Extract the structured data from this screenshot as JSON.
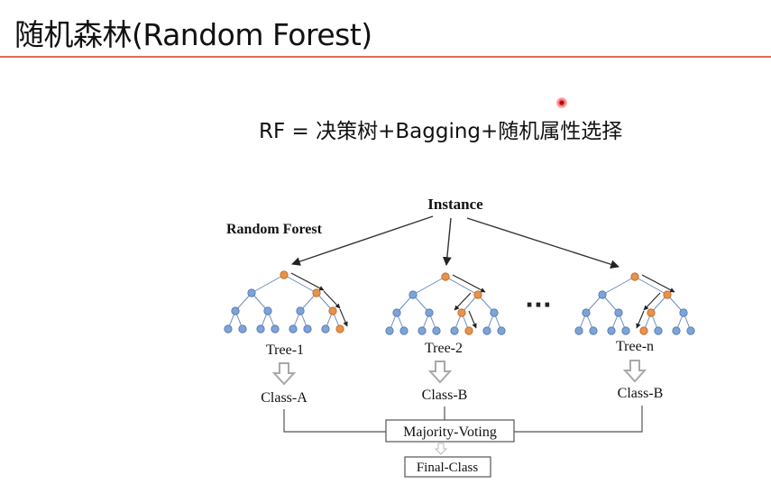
{
  "slide": {
    "title": "随机森林(Random Forest)",
    "formula": "RF = 决策树+Bagging+随机属性选择"
  },
  "diagram": {
    "instance_label": "Instance",
    "forest_label": "Random Forest",
    "ellipsis": "···",
    "trees": [
      {
        "name": "Tree-1",
        "class": "Class-A"
      },
      {
        "name": "Tree-2",
        "class": "Class-B"
      },
      {
        "name": "Tree-n",
        "class": "Class-B"
      }
    ],
    "voting_label": "Majority-Voting",
    "final_label": "Final-Class",
    "colors": {
      "node_blue": "#7da4d8",
      "node_orange": "#e8924a",
      "title_rule": "#e46c5c",
      "arrow_gray": "#b5b5b5"
    }
  }
}
